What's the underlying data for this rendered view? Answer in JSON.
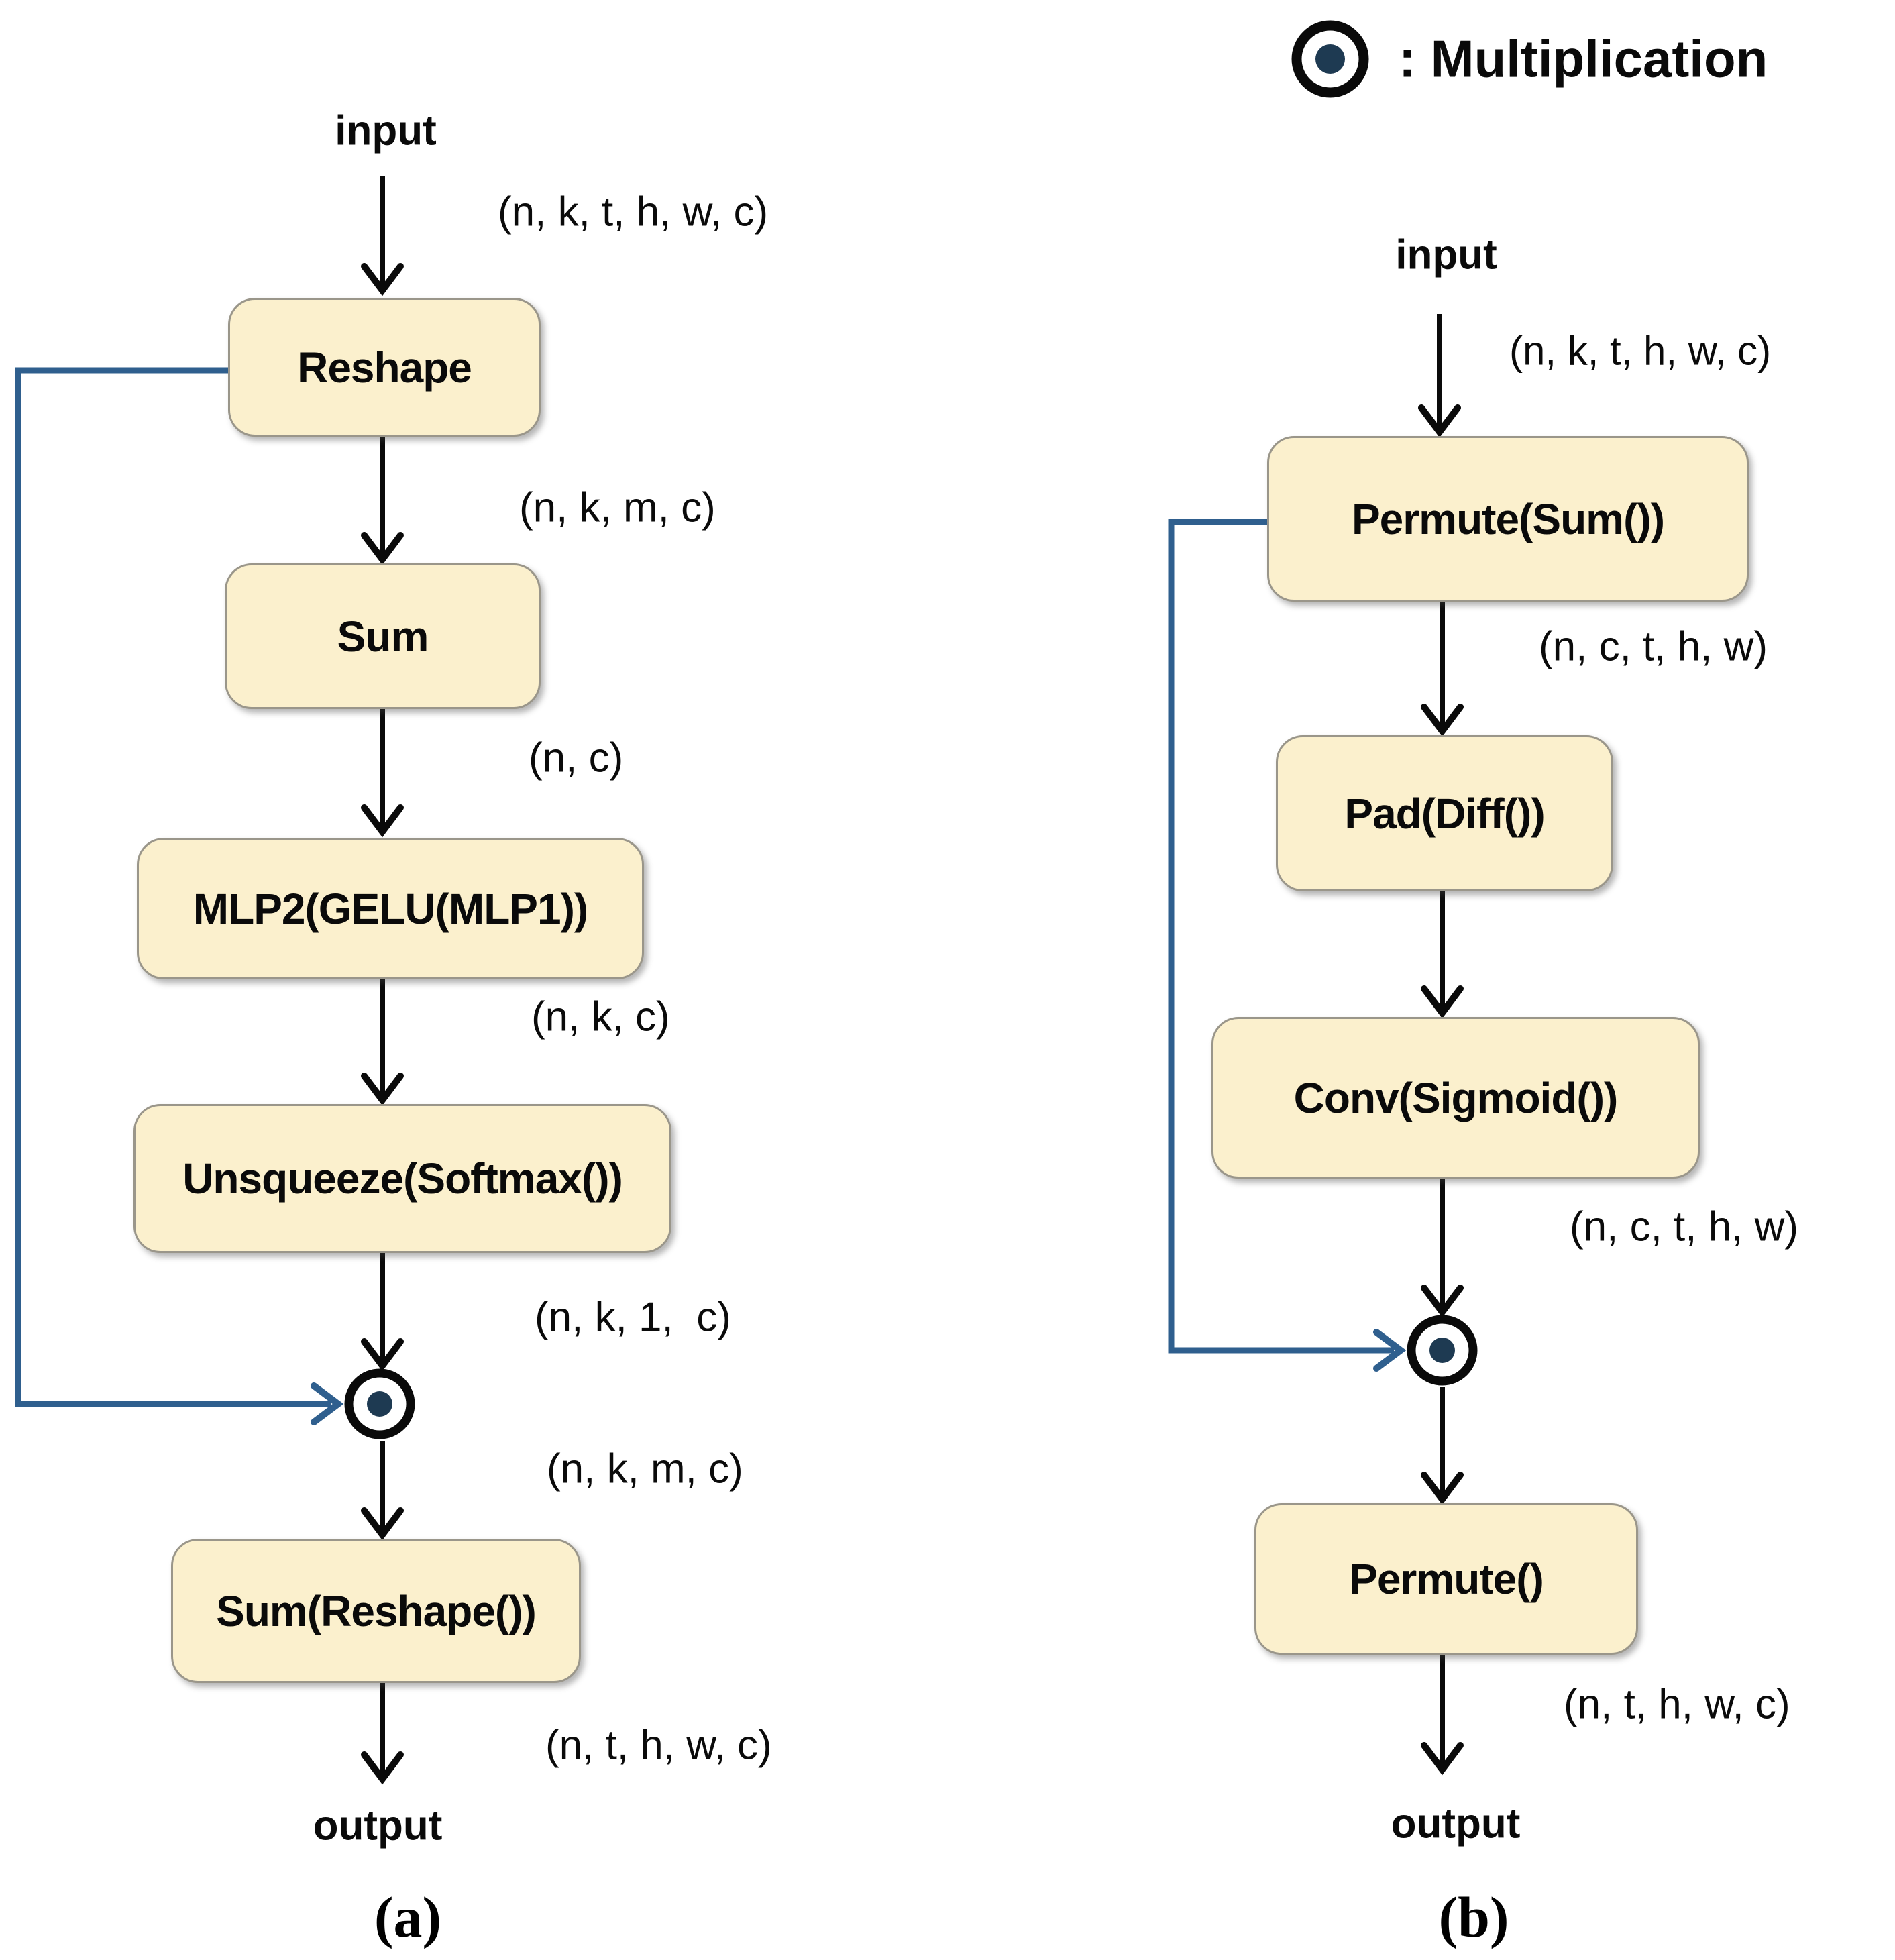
{
  "colors": {
    "background": "#ffffff",
    "box_fill": "#FBF0CD",
    "box_border": "#9a968a",
    "arrow_black": "#0a0a0a",
    "skip_blue": "#2F5F8E",
    "dot_navy": "#1E3A52"
  },
  "legend": {
    "symbol": "multiplication-circle",
    "label": ": Multiplication"
  },
  "a": {
    "input": "input",
    "output": "output",
    "caption": "(a)",
    "boxes": [
      "Reshape",
      "Sum",
      "MLP2(GELU(MLP1))",
      "Unsqueeze(Softmax())",
      "Sum(Reshape())"
    ],
    "dims": [
      "(n, k, t, h, w, c)",
      "(n, k, m, c)",
      "(n, c)",
      "(n, k, c)",
      "(n, k, 1,  c)",
      "(n, k, m, c)",
      "(n, t, h, w, c)"
    ]
  },
  "b": {
    "input": "input",
    "output": "output",
    "caption": "(b)",
    "boxes": [
      "Permute(Sum())",
      "Pad(Diff())",
      "Conv(Sigmoid())",
      "Permute()"
    ],
    "dims": [
      "(n, k, t, h, w, c)",
      "(n, c, t, h, w)",
      "(n, c, t, h, w)",
      "(n, t, h, w, c)"
    ]
  }
}
